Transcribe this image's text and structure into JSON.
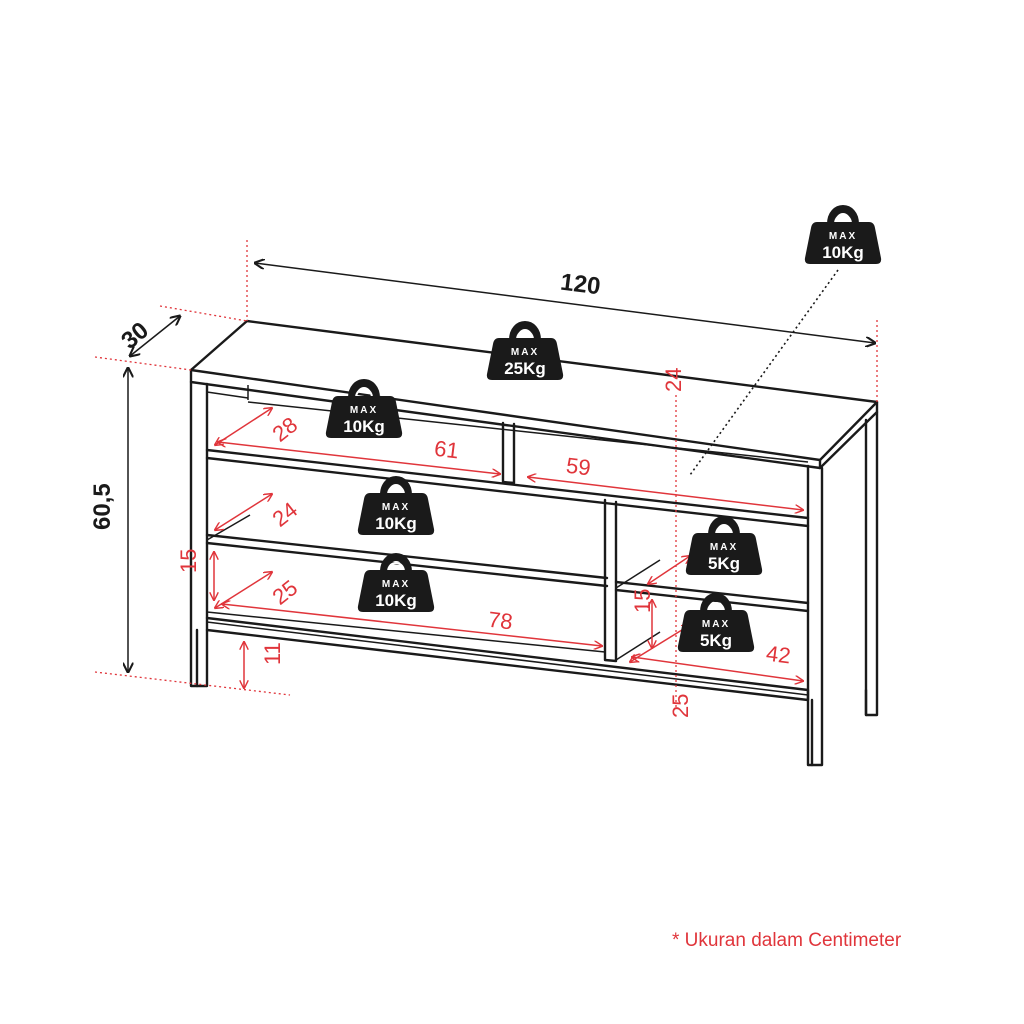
{
  "dimensions": {
    "width": "120",
    "depth": "30",
    "height": "60,5",
    "shelf_depth_top_left": "28",
    "shelf_width_top_left": "61",
    "shelf_width_top_right": "59",
    "shelf_height_right_vertical": "24",
    "shelf_depth_middle_left": "24",
    "shelf_height_left": "15",
    "shelf_depth_bottom_left": "25",
    "shelf_width_bottom_left": "78",
    "leg_height": "11",
    "right_compartment_height": "15",
    "right_compartment_width": "42",
    "right_compartment_depth": "25"
  },
  "weights": [
    {
      "id": "top-surface",
      "label_small": "MAX",
      "label_big": "25Kg"
    },
    {
      "id": "top-outside",
      "label_small": "MAX",
      "label_big": "10Kg"
    },
    {
      "id": "top-left-shelf",
      "label_small": "MAX",
      "label_big": "10Kg"
    },
    {
      "id": "middle-left-shelf",
      "label_small": "MAX",
      "label_big": "10Kg"
    },
    {
      "id": "bottom-left-shelf",
      "label_small": "MAX",
      "label_big": "10Kg"
    },
    {
      "id": "right-upper-shelf",
      "label_small": "MAX",
      "label_big": "5Kg"
    },
    {
      "id": "right-lower-shelf",
      "label_small": "MAX",
      "label_big": "5Kg"
    }
  ],
  "note": "* Ukuran dalam Centimeter",
  "colors": {
    "line": "#1a1a1a",
    "accent": "#e0353b"
  }
}
